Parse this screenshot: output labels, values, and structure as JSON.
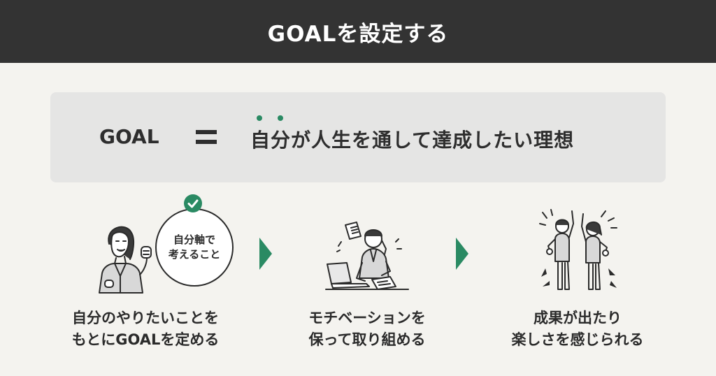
{
  "header": {
    "title": "GOALを設定する"
  },
  "definition": {
    "term": "GOAL",
    "text": "自分が人生を通して達成したい理想"
  },
  "steps": [
    {
      "bubble": {
        "line1": "自分軸で",
        "line2": "考えること"
      },
      "label": {
        "line1": "自分のやりたいことを",
        "line2": "もとにGOALを定める"
      }
    },
    {
      "label": {
        "line1": "モチベーションを",
        "line2": "保って取り組める"
      }
    },
    {
      "label": {
        "line1": "成果が出たり",
        "line2": "楽しさを感じられる"
      }
    }
  ],
  "icons": [
    "check-icon",
    "arrow-right-icon",
    "woman-fist-illustration",
    "busy-worker-illustration",
    "celebrating-colleagues-illustration"
  ],
  "colors": {
    "header_bg": "#333333",
    "accent": "#2a8a63",
    "background": "#f4f3ef",
    "panel": "#e5e5e4"
  }
}
